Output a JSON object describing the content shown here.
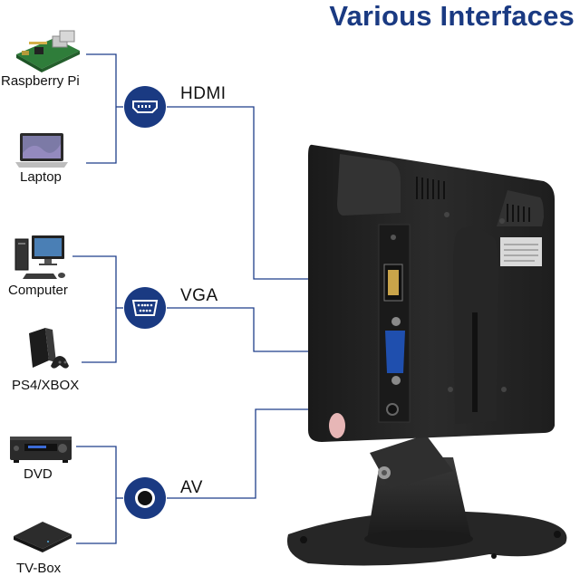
{
  "title": "Various Interfaces",
  "groups": [
    {
      "port": "HDMI",
      "port_icon": "hdmi-port-icon",
      "devices": [
        {
          "label": "Raspberry Pi",
          "icon": "raspberry-pi-board-icon"
        },
        {
          "label": "Laptop",
          "icon": "laptop-icon"
        }
      ]
    },
    {
      "port": "VGA",
      "port_icon": "vga-port-icon",
      "devices": [
        {
          "label": "Computer",
          "icon": "desktop-computer-icon"
        },
        {
          "label": "PS4/XBOX",
          "icon": "game-console-icon"
        }
      ]
    },
    {
      "port": "AV",
      "port_icon": "av-jack-icon",
      "devices": [
        {
          "label": "DVD",
          "icon": "dvd-player-icon"
        },
        {
          "label": "TV-Box",
          "icon": "tv-box-icon"
        }
      ]
    }
  ],
  "colors": {
    "accent": "#1a3a82",
    "lines": "#1f3f8a"
  }
}
